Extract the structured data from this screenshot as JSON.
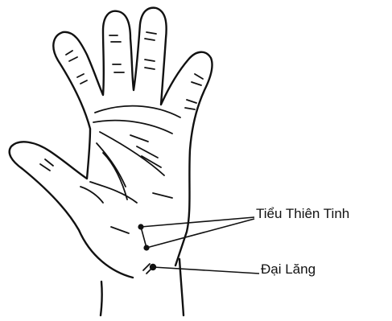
{
  "figure": {
    "subject": "hand-palm-diagram",
    "ink_color": "#111111",
    "background_color": "#ffffff"
  },
  "points": [
    {
      "id": "tieu-thien-tinh",
      "label": "Tiểu Thiên Tinh"
    },
    {
      "id": "dai-lang",
      "label": "Đại Lăng"
    }
  ]
}
